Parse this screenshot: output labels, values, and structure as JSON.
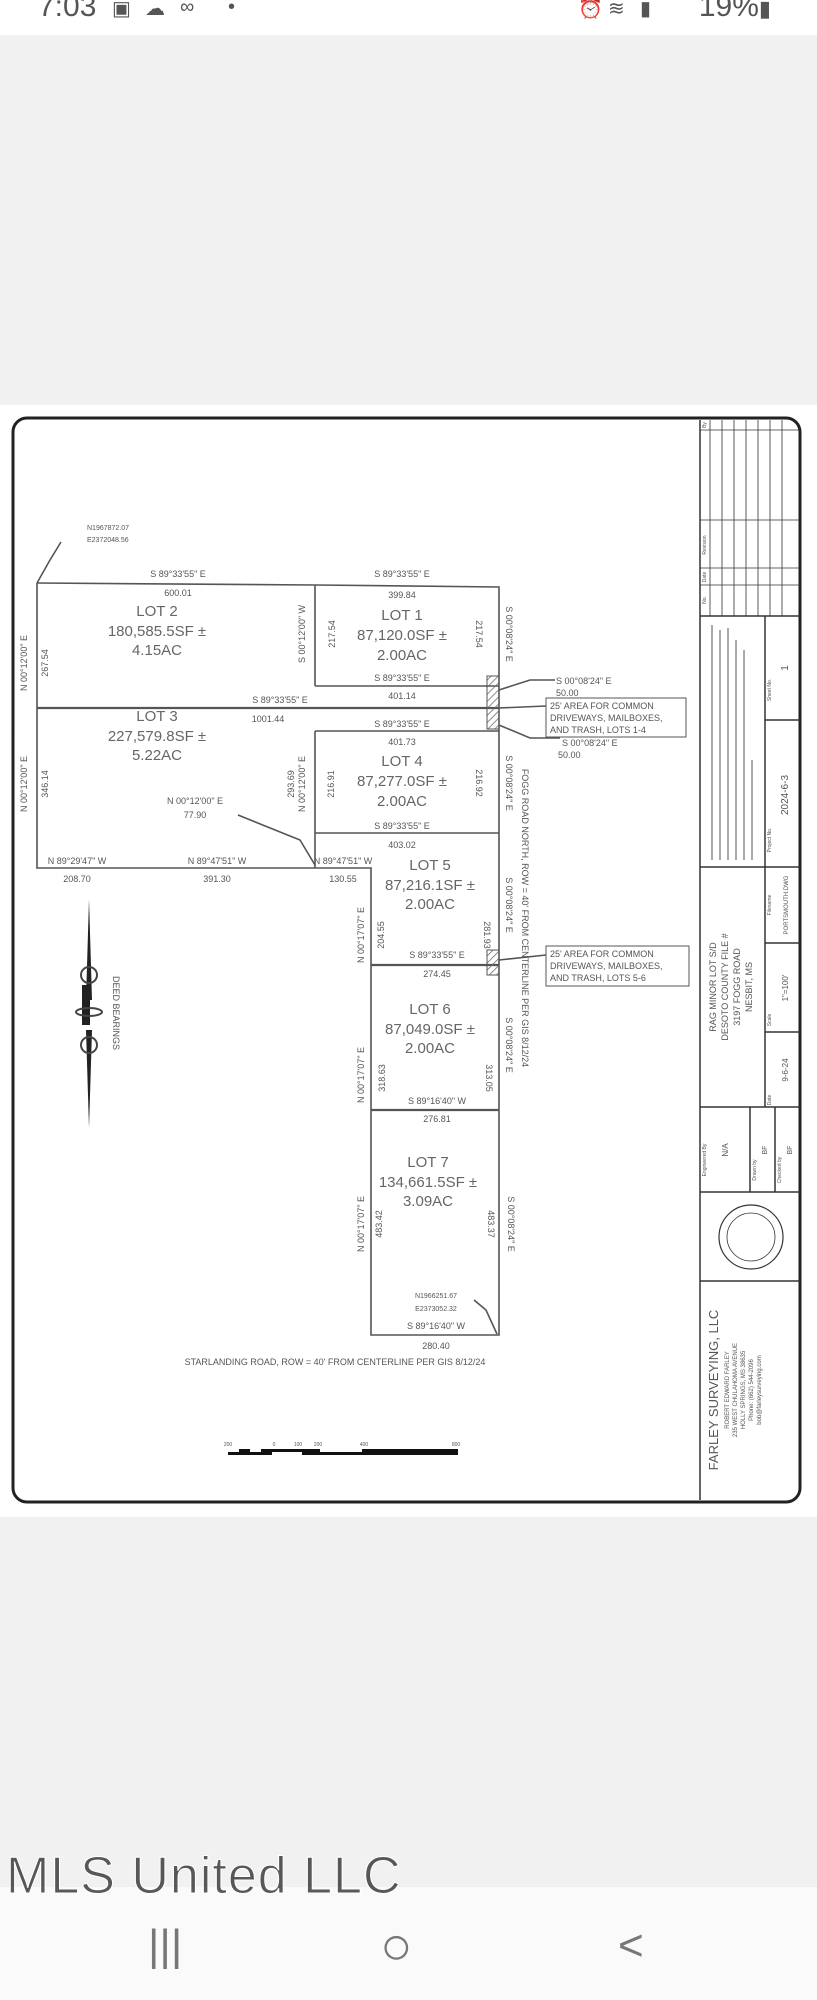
{
  "status_bar": {
    "time": "7:03",
    "battery": "19%",
    "left_icons": [
      "gallery-icon",
      "weather-icon",
      "voicemail-icon",
      "dot-icon"
    ],
    "right_icons": [
      "alarm-icon",
      "wifi-icon",
      "signal-icon",
      "battery-icon"
    ]
  },
  "plat": {
    "corner_ne": {
      "n": "N1967872.07",
      "e": "E2372048.56"
    },
    "corner_se": {
      "n": "N1966251.67",
      "e": "E2373052.32"
    },
    "lots": [
      {
        "name": "LOT 1",
        "area_sf": "87,120.0SF ±",
        "area_ac": "2.00AC"
      },
      {
        "name": "LOT 2",
        "area_sf": "180,585.5SF ±",
        "area_ac": "4.15AC"
      },
      {
        "name": "LOT 3",
        "area_sf": "227,579.8SF ±",
        "area_ac": "5.22AC"
      },
      {
        "name": "LOT 4",
        "area_sf": "87,277.0SF ±",
        "area_ac": "2.00AC"
      },
      {
        "name": "LOT 5",
        "area_sf": "87,216.1SF ±",
        "area_ac": "2.00AC"
      },
      {
        "name": "LOT 6",
        "area_sf": "87,049.0SF ±",
        "area_ac": "2.00AC"
      },
      {
        "name": "LOT 7",
        "area_sf": "134,661.5SF ±",
        "area_ac": "3.09AC"
      }
    ],
    "bearings": {
      "s893355e": "S 89°33'55\" E",
      "s000824e": "S 00°08'24\" E",
      "n001200e": "N 00°12'00\" E",
      "s001200w": "S 00°12'00\" W",
      "n001707e": "N 00°17'07\" E",
      "s891640w": "S 89°16'40\" W",
      "n892947w": "N 89°29'47\" W",
      "n894751w": "N 89°47'51\" W"
    },
    "distances": {
      "lot2_top": "600.01",
      "lot2_west": "267.54",
      "lot2_east": "217.54",
      "lot1_top": "399.84",
      "lot1_bottom": "401.14",
      "lot1_east": "217.54",
      "mid": "1001.44",
      "lot3_west": "346.14",
      "notch": "77.90",
      "lot3_east": "293.69",
      "lot4_west": "216.91",
      "lot4_top": "401.73",
      "lot4_bottom": "403.02",
      "lot4_east": "216.92",
      "bottom_1": "208.70",
      "bottom_2": "391.30",
      "bottom_3": "130.55",
      "lot5_west": "204.55",
      "lot5_east": "281.93",
      "lot5_bottom": "274.45",
      "lot6_west": "318.63",
      "lot6_east": "313.05",
      "lot6_bottom": "276.81",
      "lot7_west": "483.42",
      "lot7_east": "483.37",
      "lot7_bottom": "280.40",
      "easement": "50.00"
    },
    "callout_1": [
      "25' AREA FOR COMMON",
      "DRIVEWAYS, MAILBOXES,",
      "AND TRASH, LOTS 1-4"
    ],
    "callout_2": [
      "25' AREA FOR COMMON",
      "DRIVEWAYS, MAILBOXES,",
      "AND TRASH, LOTS 5-6"
    ],
    "fogg_road": "FOGG ROAD NORTH, ROW = 40' FROM CENTERLINE PER GIS 8/12/24",
    "starlanding_road": "STARLANDING ROAD, ROW = 40' FROM CENTERLINE PER GIS 8/12/24",
    "deed_bearings": "DEED BEARINGS",
    "scale_ticks": [
      "200",
      "0",
      "100",
      "200",
      "400",
      "800"
    ]
  },
  "title_block": {
    "revision_headers": [
      "No.",
      "Date",
      "Revision",
      "By"
    ],
    "company": "FARLEY SURVEYING, LLC",
    "company_lines": [
      "ROBERT EDWARD FARLEY",
      "235 WEST CHULAHOMA AVENUE",
      "HOLLY SPRINGS, MS 38635",
      "Phone: (662) 544-2096",
      "bob@farleysurveying.com"
    ],
    "project_lines": [
      "RAG MINOR LOT S/D",
      "DESOTO COUNTY FILE #",
      "3197 FOGG ROAD",
      "NESBIT, MS"
    ],
    "engineered_by_label": "Engineered By",
    "engineered_by": "N/A",
    "drawn_by_label": "Drawn by",
    "drawn_by": "BF",
    "checked_by_label": "Checked by",
    "checked_by": "BF",
    "date_label": "Date",
    "date": "9-6-24",
    "scale_label": "Scale",
    "scale": "1\"=100'",
    "drawing_no_label": "Filename",
    "drawing_no": "PORTSMOUTH.DWG",
    "project_no_label": "Project No.",
    "project_no": "2024-6-3",
    "sheet_label": "Sheet No.",
    "sheet": "1"
  },
  "watermark": "MLS United LLC",
  "nav": {
    "recents": "|||",
    "home": "○",
    "back": "<"
  }
}
